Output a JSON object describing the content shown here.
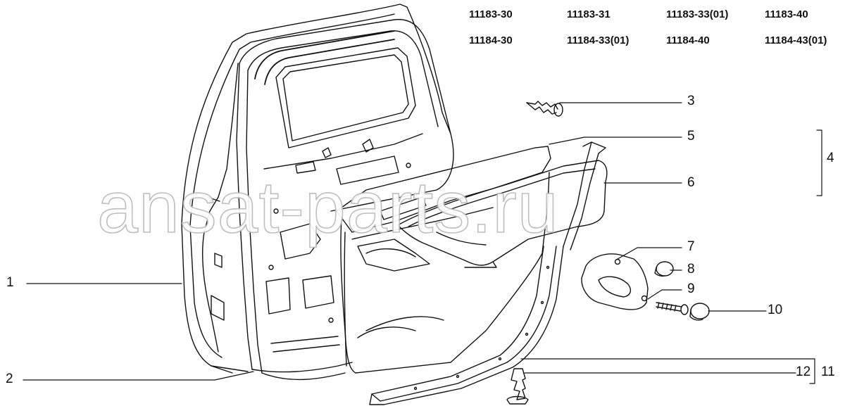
{
  "watermark": "ansat-parts.ru",
  "models": [
    [
      "11183-30",
      "11183-31",
      "11183-33(01)",
      "11183-40"
    ],
    [
      "11184-30",
      "11184-33(01)",
      "11184-40",
      "11184-43(01)"
    ]
  ],
  "callouts": {
    "c1": "1",
    "c2": "2",
    "c3": "3",
    "c4": "4",
    "c5": "5",
    "c6": "6",
    "c7": "7",
    "c8": "8",
    "c9": "9",
    "c10": "10",
    "c11": "11",
    "c12": "12"
  },
  "colors": {
    "line": "#111111",
    "watermark_stroke": "#b9b9b9",
    "background": "#ffffff"
  }
}
